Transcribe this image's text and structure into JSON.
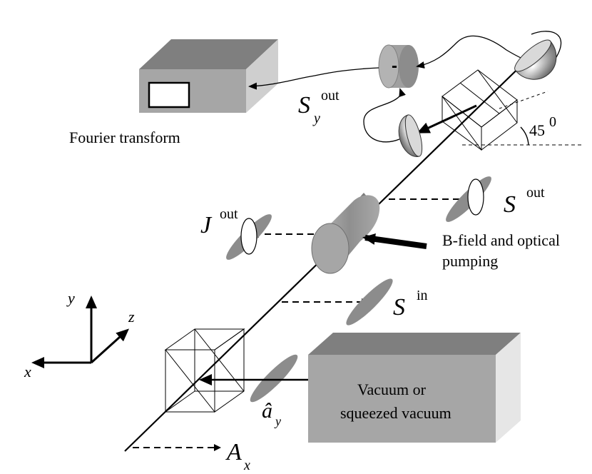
{
  "labels": {
    "fourier": "Fourier transform",
    "minus": "-",
    "angle": "45",
    "angle_sup": "0",
    "bfield_line1": "B-field and optical",
    "bfield_line2": "pumping",
    "vacuum_line1": "Vacuum or",
    "vacuum_line2": "squeezed vacuum"
  },
  "symbols": {
    "sy_main": "S",
    "sy_sub": "y",
    "sy_sup": "out",
    "sout_main": "S",
    "sout_sup": "out",
    "jout_main": "J",
    "jout_sup": "out",
    "sin_main": "S",
    "sin_sup": "in",
    "ay_main": "â",
    "ay_sub": "y",
    "ax_main": "A",
    "ax_sub": "x"
  },
  "axes": {
    "x": "x",
    "y": "y",
    "z": "z"
  },
  "colors": {
    "box_front": "#a6a6a6",
    "box_top": "#7f7f7f",
    "box_side": "#cfcfcf",
    "ellipse": "#8c8c8c",
    "line": "#000000"
  }
}
